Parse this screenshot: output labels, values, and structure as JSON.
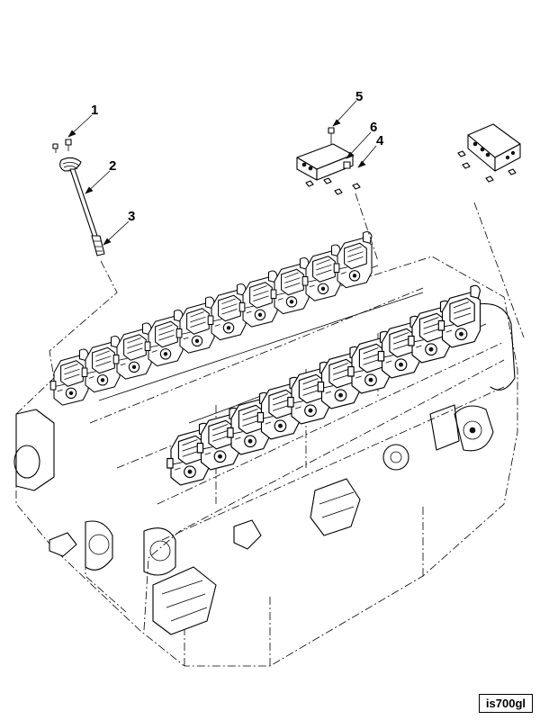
{
  "callouts": [
    {
      "id": "1",
      "label": "1"
    },
    {
      "id": "2",
      "label": "2"
    },
    {
      "id": "3",
      "label": "3"
    },
    {
      "id": "4",
      "label": "4"
    },
    {
      "id": "5",
      "label": "5"
    },
    {
      "id": "6",
      "label": "6"
    }
  ],
  "figure_id": "is700gl"
}
